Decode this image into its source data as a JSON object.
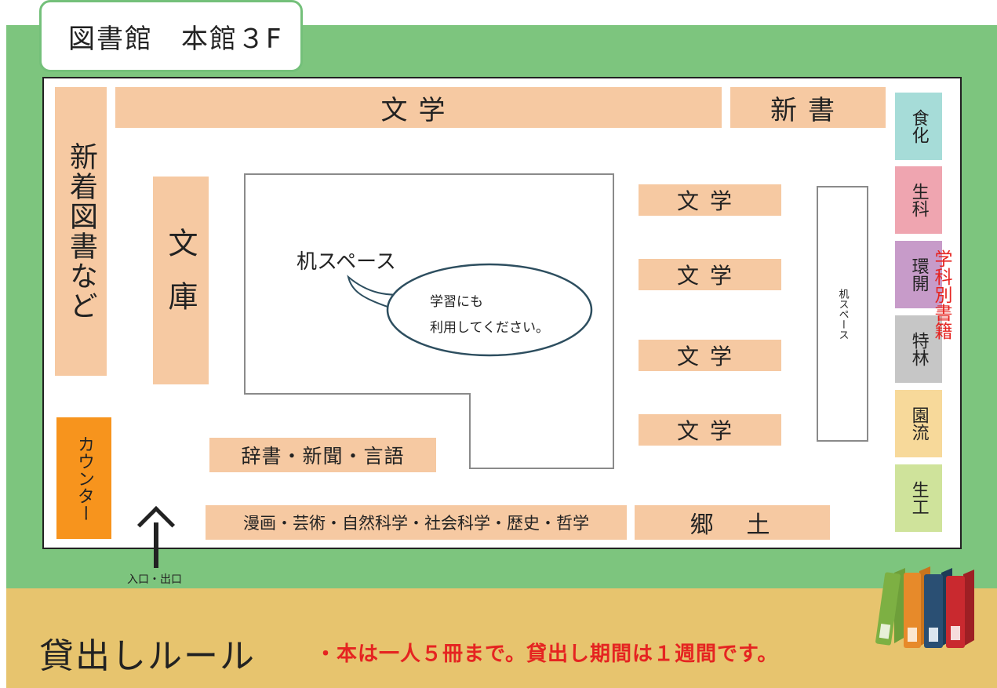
{
  "title": "図書館　本館３F",
  "shelves": {
    "literature_top": "文学",
    "shinsho": "新書",
    "new_arrivals": "新着図書など",
    "bunko": "文庫",
    "literature_right": [
      "文学",
      "文学",
      "文学",
      "文学"
    ],
    "dictionary": "辞書・新聞・言語",
    "bottom_row": "漫画・芸術・自然科学・社会科学・歴史・哲学",
    "local": "郷　土"
  },
  "desk_space": {
    "label": "机スペース",
    "bubble_line1": "学習にも",
    "bubble_line2": "利用してください。",
    "side_label": "机スペース"
  },
  "counter": "カウンター",
  "entrance": "入口・出口",
  "department_books": {
    "label": "学科別書籍",
    "tiles": [
      {
        "label": "食化",
        "color": "#a6dcd8"
      },
      {
        "label": "生科",
        "color": "#efa5b0"
      },
      {
        "label": "環開",
        "color": "#c79bc9"
      },
      {
        "label": "特林",
        "color": "#c6c6c6"
      },
      {
        "label": "園流",
        "color": "#f7d99a"
      },
      {
        "label": "生工",
        "color": "#cfe39b"
      }
    ]
  },
  "rules": {
    "title": "貸出しルール",
    "text": "・本は一人５冊まで。貸出し期間は１週間です。"
  },
  "colors": {
    "green": "#7dc57e",
    "shelf": "#f6c9a2",
    "counter": "#f7941d",
    "rules_band": "#e7c46e",
    "rules_text": "#e52421"
  },
  "icons": [
    "up-arrow-icon",
    "books-icon"
  ]
}
